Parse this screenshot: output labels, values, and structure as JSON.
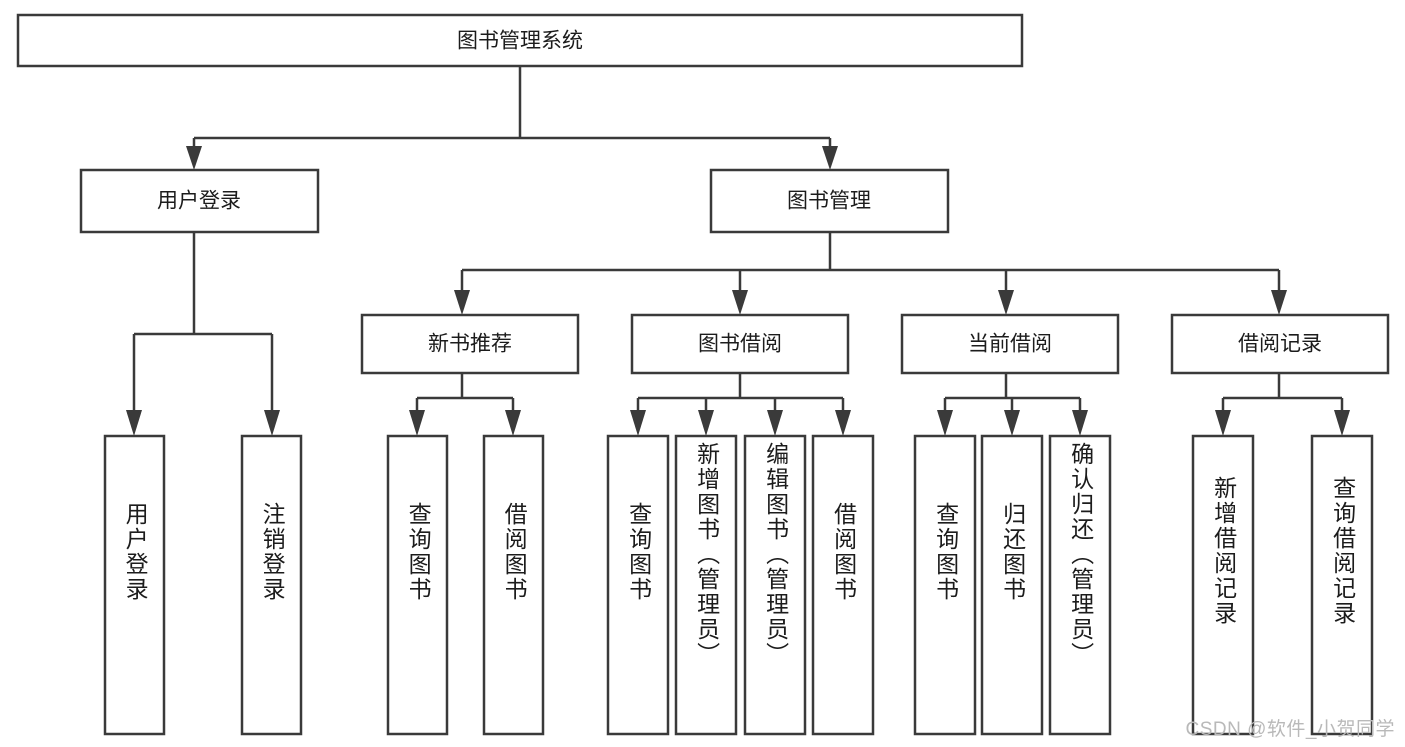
{
  "diagram": {
    "title": "图书管理系统",
    "type": "hierarchy-tree",
    "root": {
      "id": "root",
      "label": "图书管理系统"
    },
    "level2": [
      {
        "id": "user-login",
        "label": "用户登录"
      },
      {
        "id": "book-manage",
        "label": "图书管理"
      }
    ],
    "level3": [
      {
        "id": "new-book-recommend",
        "label": "新书推荐"
      },
      {
        "id": "book-borrow",
        "label": "图书借阅"
      },
      {
        "id": "current-borrow",
        "label": "当前借阅"
      },
      {
        "id": "borrow-record",
        "label": "借阅记录"
      }
    ],
    "leaves": [
      {
        "id": "leaf-user-login",
        "label": "用户登录",
        "parent": "user-login"
      },
      {
        "id": "leaf-logout",
        "label": "注销登录",
        "parent": "user-login"
      },
      {
        "id": "leaf-query-book-1",
        "label": "查询图书",
        "parent": "new-book-recommend"
      },
      {
        "id": "leaf-borrow-book-1",
        "label": "借阅图书",
        "parent": "new-book-recommend"
      },
      {
        "id": "leaf-query-book-2",
        "label": "查询图书",
        "parent": "book-borrow"
      },
      {
        "id": "leaf-add-book",
        "label": "新增图书（管理员）",
        "parent": "book-borrow"
      },
      {
        "id": "leaf-edit-book",
        "label": "编辑图书（管理员）",
        "parent": "book-borrow"
      },
      {
        "id": "leaf-borrow-book-2",
        "label": "借阅图书",
        "parent": "book-borrow"
      },
      {
        "id": "leaf-query-book-3",
        "label": "查询图书",
        "parent": "current-borrow"
      },
      {
        "id": "leaf-return-book",
        "label": "归还图书",
        "parent": "current-borrow"
      },
      {
        "id": "leaf-confirm-return",
        "label": "确认归还（管理员）",
        "parent": "current-borrow"
      },
      {
        "id": "leaf-add-record",
        "label": "新增借阅记录",
        "parent": "borrow-record"
      },
      {
        "id": "leaf-query-record",
        "label": "查询借阅记录",
        "parent": "borrow-record"
      }
    ],
    "colors": {
      "stroke": "#3a3a3a",
      "fill": "#ffffff",
      "text": "#1c1c1c",
      "watermark": "#b9b9b9"
    }
  },
  "watermark": {
    "text": "CSDN @软件_小贺同学"
  }
}
